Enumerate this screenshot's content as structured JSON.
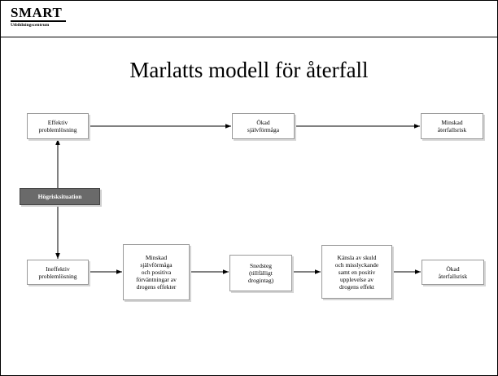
{
  "logo": {
    "main": "SMART",
    "sub": "Utbildningscentrum"
  },
  "title": "Marlatts modell för återfall",
  "boxes": {
    "effective": "Effektiv\nproblemlösning",
    "increased_efficacy": "Ökad\nsjälvförmåga",
    "decreased_risk": "Minskad\nåterfallsrisk",
    "high_risk": "Högrisksituation",
    "ineffective": "Ineffektiv\nproblemlösning",
    "decreased_efficacy": "Minskad\nsjälvförmåga\noch positiva\nförväntningar av\ndrogens effekter",
    "slip": "Snedsteg\n(tillfälligt\ndrogintag)",
    "guilt": "Känsla av skuld\noch misslyckande\nsamt en positiv\nupplevelse av\ndrogens effekt",
    "increased_risk": "Ökad\nåterfallsrisk"
  }
}
